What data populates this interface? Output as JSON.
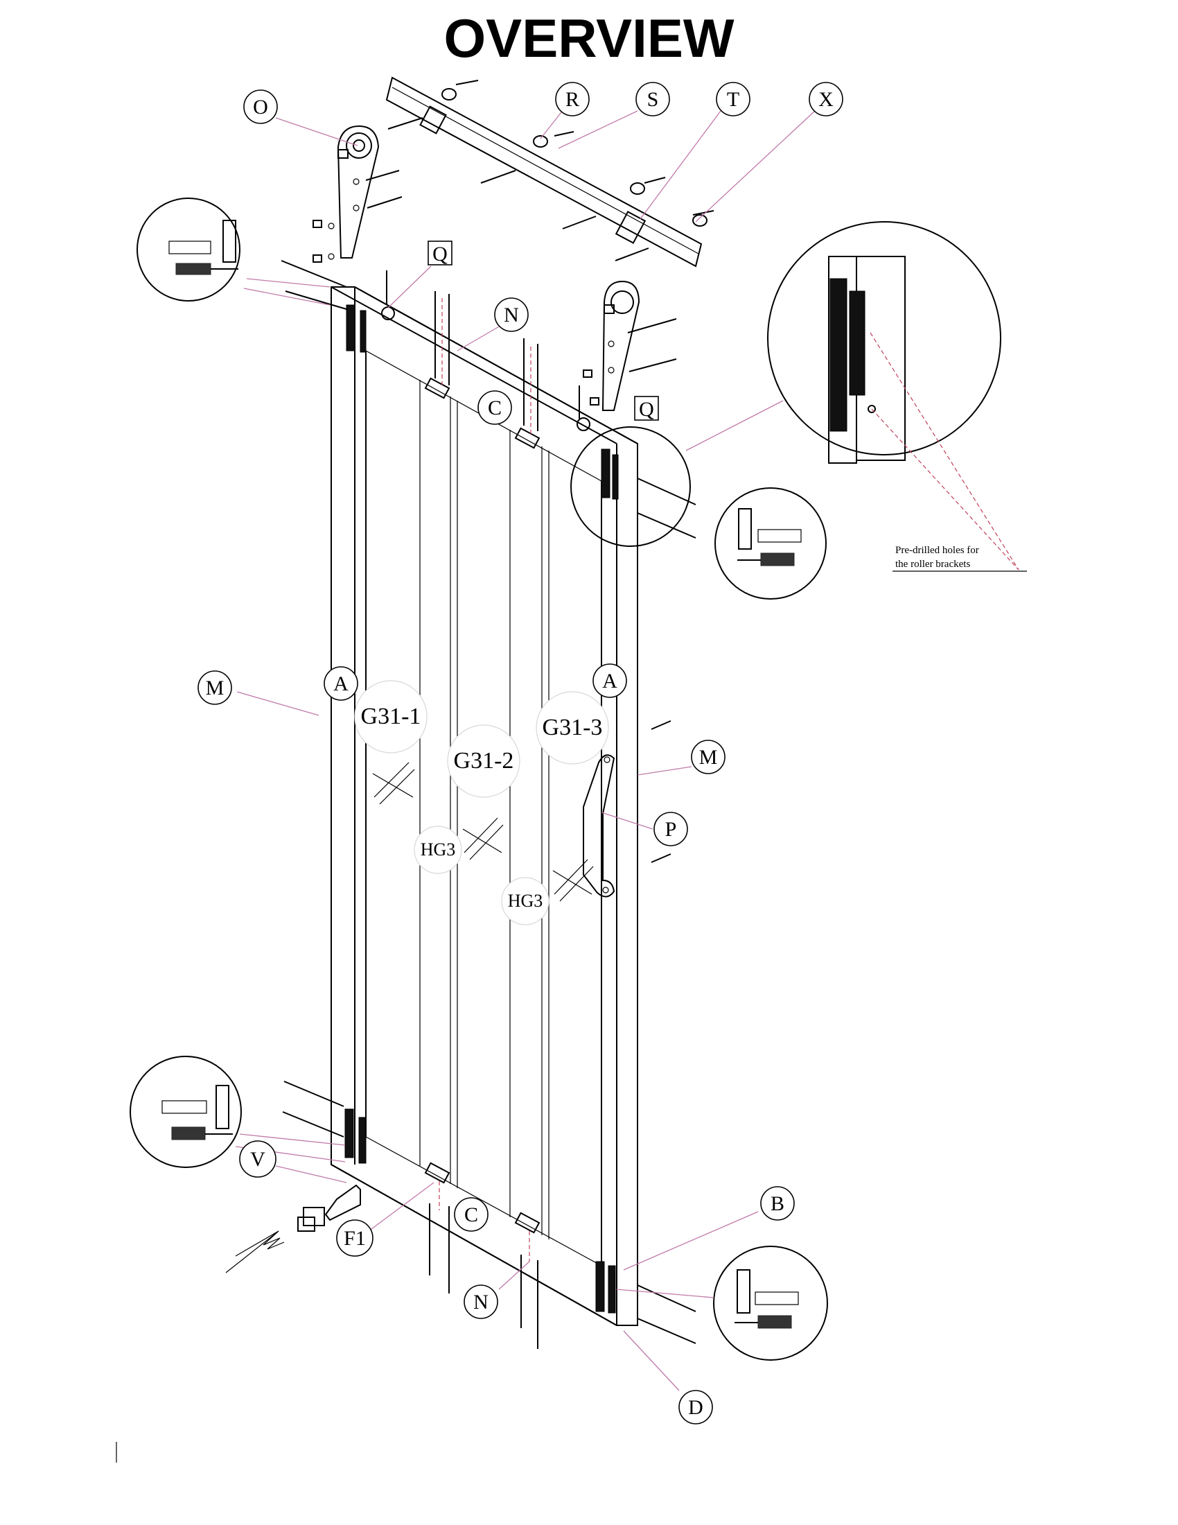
{
  "title": "OVERVIEW",
  "note": [
    "Pre-drilled holes for",
    "the roller brackets"
  ],
  "labels": {
    "O": "O",
    "R": "R",
    "S": "S",
    "T": "T",
    "X": "X",
    "Q1": "Q",
    "Q2": "Q",
    "N1": "N",
    "N2": "N",
    "C1": "C",
    "C2": "C",
    "M1": "M",
    "M2": "M",
    "A1": "A",
    "A2": "A",
    "P": "P",
    "V": "V",
    "F1": "F1",
    "B": "B",
    "D": "D"
  },
  "glass_labels": {
    "g1": "G31-1",
    "g2": "G31-2",
    "g3": "G31-3",
    "hg1": "HG3",
    "hg2": "HG3"
  }
}
